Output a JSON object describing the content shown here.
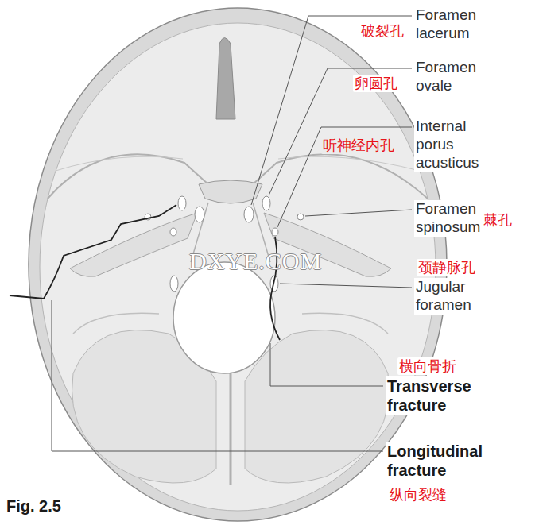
{
  "diagram": {
    "caption": "Fig. 2.5",
    "labels": [
      "Foramen lacerum",
      "破裂孔",
      "Foramen ovale",
      "卵圆孔",
      "Internal porus acusticus",
      "听神经内孔",
      "Foramen spinosum",
      "棘孔",
      "DXYE.COM",
      "颈静脉孔",
      "Jugular foramen",
      "横向骨折",
      "Transverse fracture",
      "Longitudinal fracture",
      "纵向裂缝"
    ]
  }
}
